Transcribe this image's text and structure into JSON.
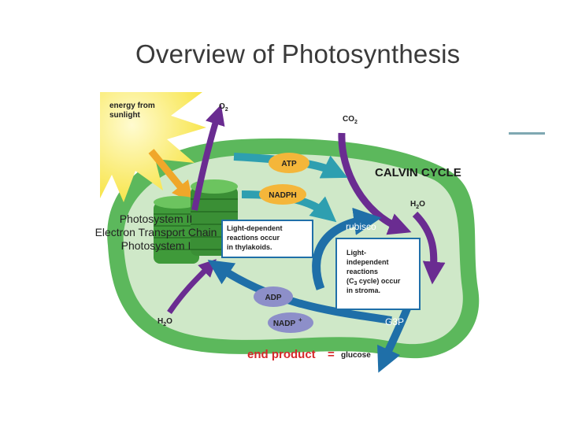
{
  "slide": {
    "title": "Overview of Photosynthesis"
  },
  "diagram": {
    "energy_label_line1": "energy from",
    "energy_label_line2": "sunlight",
    "o2": "O",
    "o2_sub": "2",
    "co2": "CO",
    "co2_sub": "2",
    "calvin_cycle": "CALVIN CYCLE",
    "h2o_right": "H",
    "h2o_right_sub": "2",
    "h2o_right_end": "O",
    "h2o_left": "H",
    "h2o_left_sub": "2",
    "h2o_left_end": "O",
    "atp_top": "ATP",
    "nadph": "NADPH",
    "adp": "ADP",
    "nadp": "NADP",
    "nadp_sup": "+",
    "light_dep_line1": "Light-dependent",
    "light_dep_line2": "reactions occur",
    "light_dep_line3": "in thylakoids.",
    "light_ind_line1": "Light-",
    "light_ind_line2": "independent",
    "light_ind_line3": "reactions",
    "light_ind_line4": "(C",
    "light_ind_line4_sub": "3",
    "light_ind_line4_end": " cycle) occur",
    "light_ind_line5": "in stroma.",
    "end_product": "end product",
    "equals": "=",
    "glucose": "glucose",
    "photosystem_ii": "Photosystem II",
    "etc": "Electron Transport Chain",
    "photosystem_i": "Photosystem I",
    "rubisco": "rubisco",
    "g3p": "G3P"
  },
  "colors": {
    "chloroplast_outer": "#5cb85c",
    "stroma": "#cfe8c8",
    "thylakoid": "#3f9a3a",
    "sun": "#f7e23a",
    "purple_arrow": "#6a2c91",
    "teal_arrow": "#2e9fb0",
    "blue_arrow": "#1f6fa8",
    "atp_pill": "#f4b63a",
    "adp_pill": "#8d8fc9",
    "end_product": "#d6282c"
  }
}
